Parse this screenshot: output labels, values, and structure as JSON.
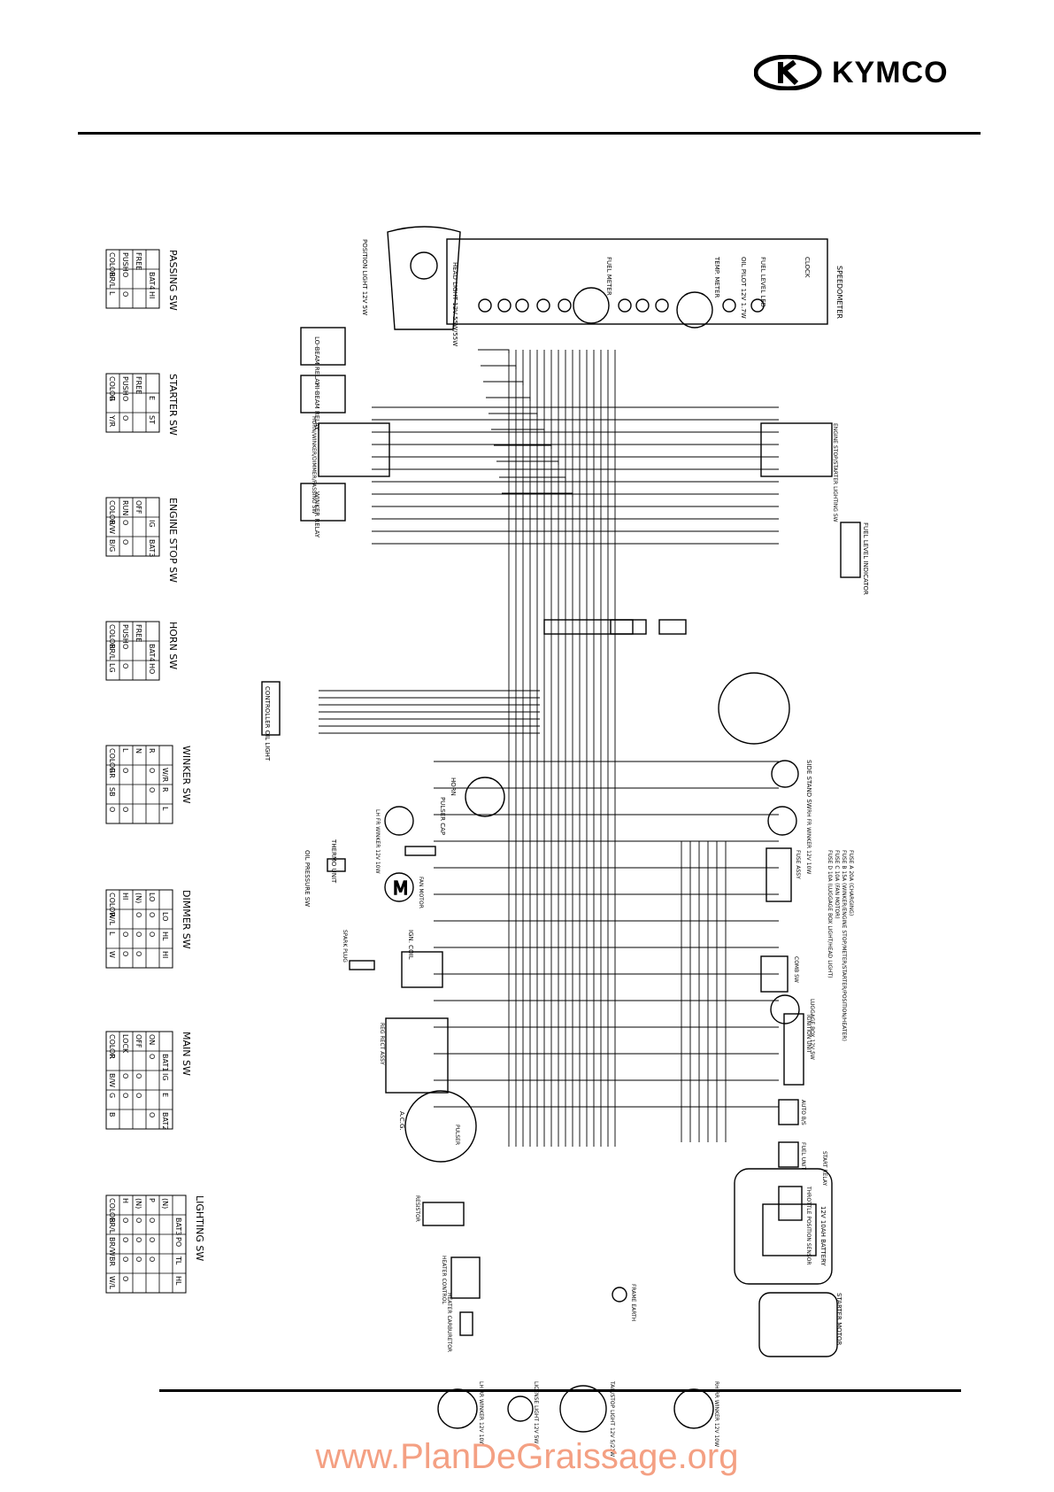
{
  "header": {
    "brand": "KYMCO"
  },
  "footer": {
    "watermark": "www.PlanDeGraissage.org"
  },
  "switch_tables": [
    {
      "title": "PASSING SW",
      "cols": [
        "",
        "BAT4",
        "HI"
      ],
      "rows": [
        [
          "FREE",
          "",
          ""
        ],
        [
          "PUSH",
          "O",
          "O"
        ],
        [
          "COLOR",
          "BR/L",
          "L"
        ]
      ]
    },
    {
      "title": "STARTER SW",
      "cols": [
        "",
        "E",
        "ST"
      ],
      "rows": [
        [
          "FREE",
          "",
          ""
        ],
        [
          "PUSH",
          "O",
          "O"
        ],
        [
          "COLOR",
          "G",
          "Y/R"
        ]
      ]
    },
    {
      "title": "ENGINE STOP SW",
      "cols": [
        "",
        "IG",
        "BAT3"
      ],
      "rows": [
        [
          "OFF",
          "",
          ""
        ],
        [
          "RUN",
          "O",
          "O"
        ],
        [
          "COLOR",
          "B/W",
          "B/G"
        ]
      ]
    },
    {
      "title": "HORN SW",
      "cols": [
        "",
        "BAT4",
        "HO"
      ],
      "rows": [
        [
          "FREE",
          "",
          ""
        ],
        [
          "PUSH",
          "O",
          "O"
        ],
        [
          "COLOR",
          "BR/L",
          "LG"
        ]
      ]
    },
    {
      "title": "WINKER SW",
      "cols": [
        "",
        "W/R",
        "R",
        "L"
      ],
      "rows": [
        [
          "R",
          "O",
          "O",
          ""
        ],
        [
          "N",
          "",
          "",
          ""
        ],
        [
          "L",
          "O",
          "",
          "O"
        ],
        [
          "COLOR",
          "GR",
          "SB",
          "O"
        ]
      ]
    },
    {
      "title": "DIMMER SW",
      "cols": [
        "",
        "LO",
        "HL",
        "HI"
      ],
      "rows": [
        [
          "LO",
          "O",
          "O",
          ""
        ],
        [
          "(N)",
          "O",
          "O",
          "O"
        ],
        [
          "HI",
          "",
          "O",
          "O"
        ],
        [
          "COLOR",
          "W/L",
          "L",
          "W"
        ]
      ]
    },
    {
      "title": "MAIN SW",
      "cols": [
        "",
        "BAT1",
        "IG",
        "E",
        "BAT2"
      ],
      "rows": [
        [
          "ON",
          "O",
          "",
          "",
          "O"
        ],
        [
          "OFF",
          "",
          "O",
          "O",
          ""
        ],
        [
          "LOCK",
          "",
          "O",
          "O",
          ""
        ],
        [
          "COLOR",
          "R",
          "B/W",
          "G",
          "B"
        ]
      ]
    },
    {
      "title": "LIGHTING SW",
      "cols": [
        "",
        "BAT3",
        "PO",
        "TL",
        "HL"
      ],
      "rows": [
        [
          "(N)",
          "",
          "",
          "",
          ""
        ],
        [
          "P",
          "O",
          "O",
          "O",
          ""
        ],
        [
          "(N)",
          "O",
          "O",
          "O",
          ""
        ],
        [
          "H",
          "O",
          "O",
          "O",
          "O"
        ],
        [
          "COLOR",
          "BR/L",
          "BR/W",
          "BR",
          "W/L"
        ]
      ]
    }
  ],
  "component_labels": [
    {
      "key": "speedometer",
      "text": "SPEEDOMETER"
    },
    {
      "key": "clock",
      "text": "CLOCK"
    },
    {
      "key": "fuel_level_led",
      "text": "FUEL LEVEL LED"
    },
    {
      "key": "oil_pilot",
      "text": "OIL PILOT 12V 1.7W"
    },
    {
      "key": "temp_meter",
      "text": "TEMP. METER"
    },
    {
      "key": "fuel_meter",
      "text": "FUEL METER"
    },
    {
      "key": "head_light",
      "text": "HEAD LIGHT 12V 55W/55W"
    },
    {
      "key": "position_light",
      "text": "POSITION LIGHT 12V 5W"
    },
    {
      "key": "lo_beam_relay",
      "text": "LO-BEAM RELAY"
    },
    {
      "key": "hi_beam_relay",
      "text": "HI-BEAM RELAY"
    },
    {
      "key": "winker_relay",
      "text": "WINKER RELAY"
    },
    {
      "key": "dimmer_sw",
      "text": "HORN/WINKER/DIMMER/PASSING SW"
    },
    {
      "key": "engine_stop_sw",
      "text": "ENGINE STOP/STARTER LIGHTING SW"
    },
    {
      "key": "fuel_level_indicator",
      "text": "FUEL LEVEL INDICATOR"
    },
    {
      "key": "controller_oil_light",
      "text": "CONTROLLER OIL LIGHT"
    },
    {
      "key": "side_stand_sw",
      "text": "SIDE STAND SW"
    },
    {
      "key": "horn",
      "text": "HORN"
    },
    {
      "key": "pulser_cap",
      "text": "PULSER CAP"
    },
    {
      "key": "rh_fr_winker",
      "text": "RH FR WINKER 12V 10W"
    },
    {
      "key": "lh_fr_winker",
      "text": "LH FR WINKER 12V 10W"
    },
    {
      "key": "thermo_unit",
      "text": "THERMO UNIT"
    },
    {
      "key": "oil_pressure_sw",
      "text": "OIL PRESSURE SW"
    },
    {
      "key": "fan_motor",
      "text": "FAN MOTOR"
    },
    {
      "key": "fuse_assy",
      "text": "FUSE ASSY"
    },
    {
      "key": "fuse_list_a",
      "text": "FUSE A 20A (CHARGING)"
    },
    {
      "key": "fuse_list_b",
      "text": "FUSE B 15A (WINKER/ENGINE STOP/METER/STARTER/POSITION/HEATER)"
    },
    {
      "key": "fuse_list_c",
      "text": "FUSE C 10A (FAN MOTOR)"
    },
    {
      "key": "fuse_list_d",
      "text": "FUSE D 10A (LUGGAGE BOX LIGHT/HEAD LIGHT)"
    },
    {
      "key": "spark_plug",
      "text": "SPARK PLUG"
    },
    {
      "key": "ign_coil",
      "text": "IGN. COIL"
    },
    {
      "key": "comb_sw",
      "text": "COMB SW"
    },
    {
      "key": "luggage_box_light",
      "text": "LUGGAGE BOX 12V 5W"
    },
    {
      "key": "reg_rect",
      "text": "REG RECT ASSY"
    },
    {
      "key": "ignition_unit",
      "text": "IGNITION UNIT"
    },
    {
      "key": "acg",
      "text": "A.C.G."
    },
    {
      "key": "pulser",
      "text": "PULSER"
    },
    {
      "key": "auto_bystarter",
      "text": "AUTO B/S"
    },
    {
      "key": "fuel_unit",
      "text": "FUEL UNIT"
    },
    {
      "key": "throttle_position_sensor",
      "text": "THROTTLE POSITION SENSOR"
    },
    {
      "key": "resistor",
      "text": "RESISTOR"
    },
    {
      "key": "heater_control",
      "text": "HEATER CONTROL"
    },
    {
      "key": "heater_carburetor",
      "text": "HEATER CARBURETOR"
    },
    {
      "key": "battery",
      "text": "12V 10AH BATTERY"
    },
    {
      "key": "starter_motor",
      "text": "STARTER MOTOR"
    },
    {
      "key": "start_relay",
      "text": "START RELAY"
    },
    {
      "key": "frame_earth",
      "text": "FRAME EARTH"
    },
    {
      "key": "lh_rr_winker",
      "text": "LH RR WINKER 12V 10W"
    },
    {
      "key": "license_light",
      "text": "LICENSE LIGHT 12V 5W"
    },
    {
      "key": "tail_stop_light",
      "text": "TAIL/STOP LIGHT 12V 5/21W"
    },
    {
      "key": "rh_rr_winker",
      "text": "RH RR WINKER 12V 10W"
    }
  ]
}
